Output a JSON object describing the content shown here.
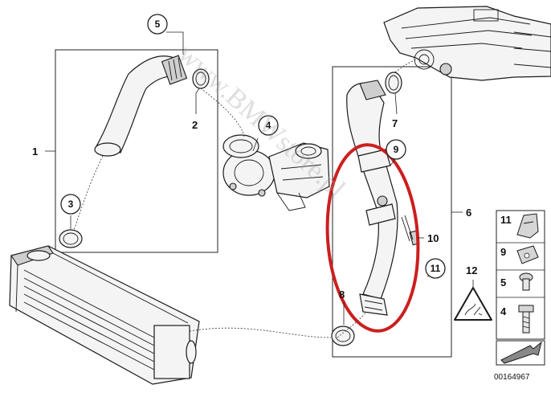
{
  "callouts": {
    "c1": "1",
    "c2": "2",
    "c3": "3",
    "c4": "4",
    "c5": "5",
    "c6": "6",
    "c7": "7",
    "c8": "8",
    "c9": "9",
    "c10": "10",
    "c11": "11",
    "c12": "12"
  },
  "legend": {
    "rows": [
      {
        "num": "11",
        "icon": "clip-icon"
      },
      {
        "num": "9",
        "icon": "clamp-icon"
      },
      {
        "num": "5",
        "icon": "screw-icon"
      },
      {
        "num": "4",
        "icon": "bolt-icon"
      }
    ]
  },
  "diagram_id": "00164967",
  "watermark": "www.BMWstore.pl",
  "colors": {
    "highlight": "#cc1f1f",
    "line": "#1a1a1a"
  }
}
